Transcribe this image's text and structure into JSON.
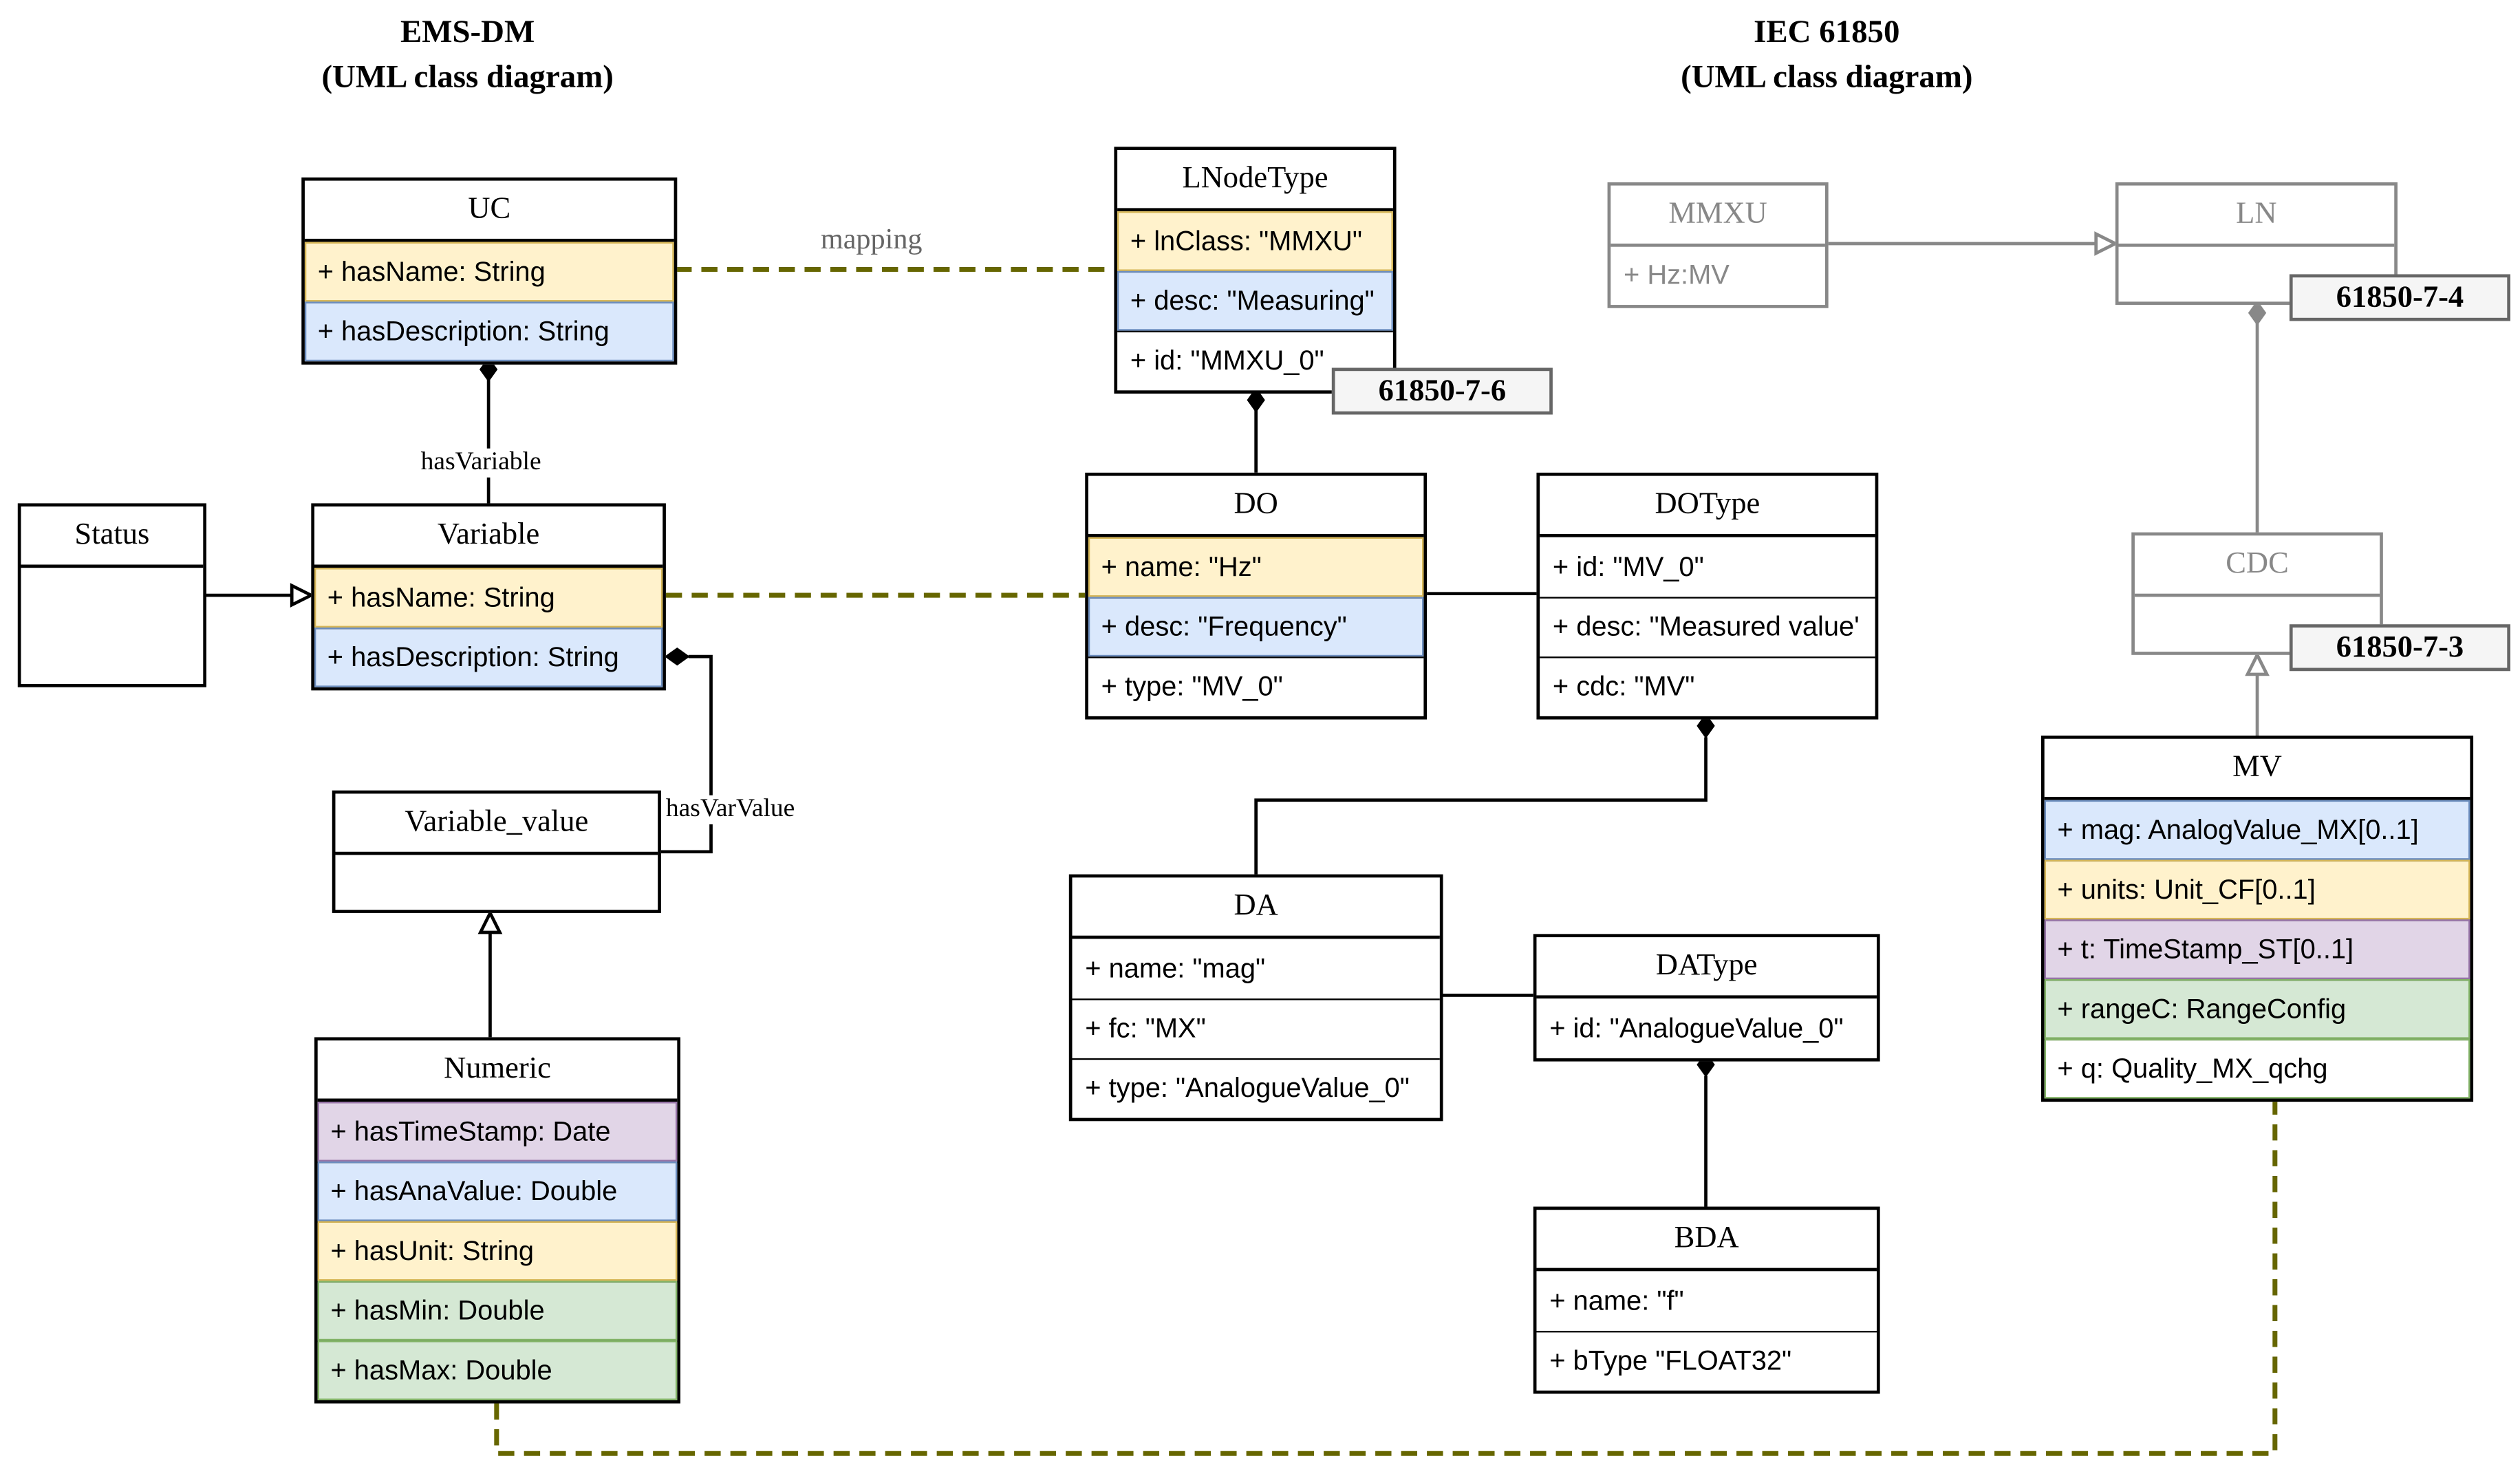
{
  "titles": {
    "left": {
      "line1": "EMS-DM",
      "line2": "(UML class diagram)"
    },
    "right": {
      "line1": "IEC 61850",
      "line2": "(UML class diagram)"
    }
  },
  "classes": {
    "uc": {
      "name": "UC",
      "attrs": [
        "+ hasName: String",
        "+ hasDescription: String"
      ]
    },
    "status": {
      "name": "Status"
    },
    "variable": {
      "name": "Variable",
      "attrs": [
        "+ hasName: String",
        "+ hasDescription: String"
      ]
    },
    "variable_value": {
      "name": "Variable_value"
    },
    "numeric": {
      "name": "Numeric",
      "attrs": [
        "+ hasTimeStamp: Date",
        "+ hasAnaValue: Double",
        "+ hasUnit: String",
        "+ hasMin: Double",
        "+ hasMax: Double"
      ]
    },
    "lnodetype": {
      "name": "LNodeType",
      "attrs": [
        "+ lnClass: \"MMXU\"",
        "+ desc: \"Measuring\"",
        "+ id: \"MMXU_0\""
      ]
    },
    "do": {
      "name": "DO",
      "attrs": [
        "+ name: \"Hz\"",
        "+ desc: \"Frequency\"",
        "+ type: \"MV_0\""
      ]
    },
    "dotype": {
      "name": "DOType",
      "attrs": [
        "+ id: \"MV_0\"",
        "+ desc: \"Measured value'",
        "+ cdc: \"MV\""
      ]
    },
    "da": {
      "name": "DA",
      "attrs": [
        "+ name: \"mag\"",
        "+ fc: \"MX\"",
        "+ type: \"AnalogueValue_0\""
      ]
    },
    "datype": {
      "name": "DAType",
      "attrs": [
        "+ id: \"AnalogueValue_0\""
      ]
    },
    "bda": {
      "name": "BDA",
      "attrs": [
        "+ name: \"f\"",
        "+ bType \"FLOAT32\""
      ]
    },
    "mmxu": {
      "name": "MMXU",
      "attrs": [
        "+ Hz:MV"
      ]
    },
    "ln": {
      "name": "LN"
    },
    "cdc": {
      "name": "CDC"
    },
    "mv": {
      "name": "MV",
      "attrs": [
        "+ mag: AnalogValue_MX[0..1]",
        "+ units: Unit_CF[0..1]",
        "+ t: TimeStamp_ST[0..1]",
        "+ rangeC: RangeConfig",
        "+ q: Quality_MX_qchg"
      ]
    }
  },
  "tags": {
    "t76": "61850-7-6",
    "t74": "61850-7-4",
    "t73": "61850-7-3"
  },
  "labels": {
    "mapping": "mapping",
    "hasVariable": "hasVariable",
    "hasVarValue": "hasVarValue"
  },
  "colors": {
    "mapping_line": "#666600",
    "yellow_fill": "#fff2cc",
    "yellow_border": "#d6b656",
    "blue_fill": "#dae8fc",
    "blue_border": "#6c8ebf",
    "purple_fill": "#e1d5e7",
    "purple_border": "#9673a6",
    "green_fill": "#d5e8d4",
    "green_border": "#82b366",
    "standard_gray": "#888888"
  }
}
